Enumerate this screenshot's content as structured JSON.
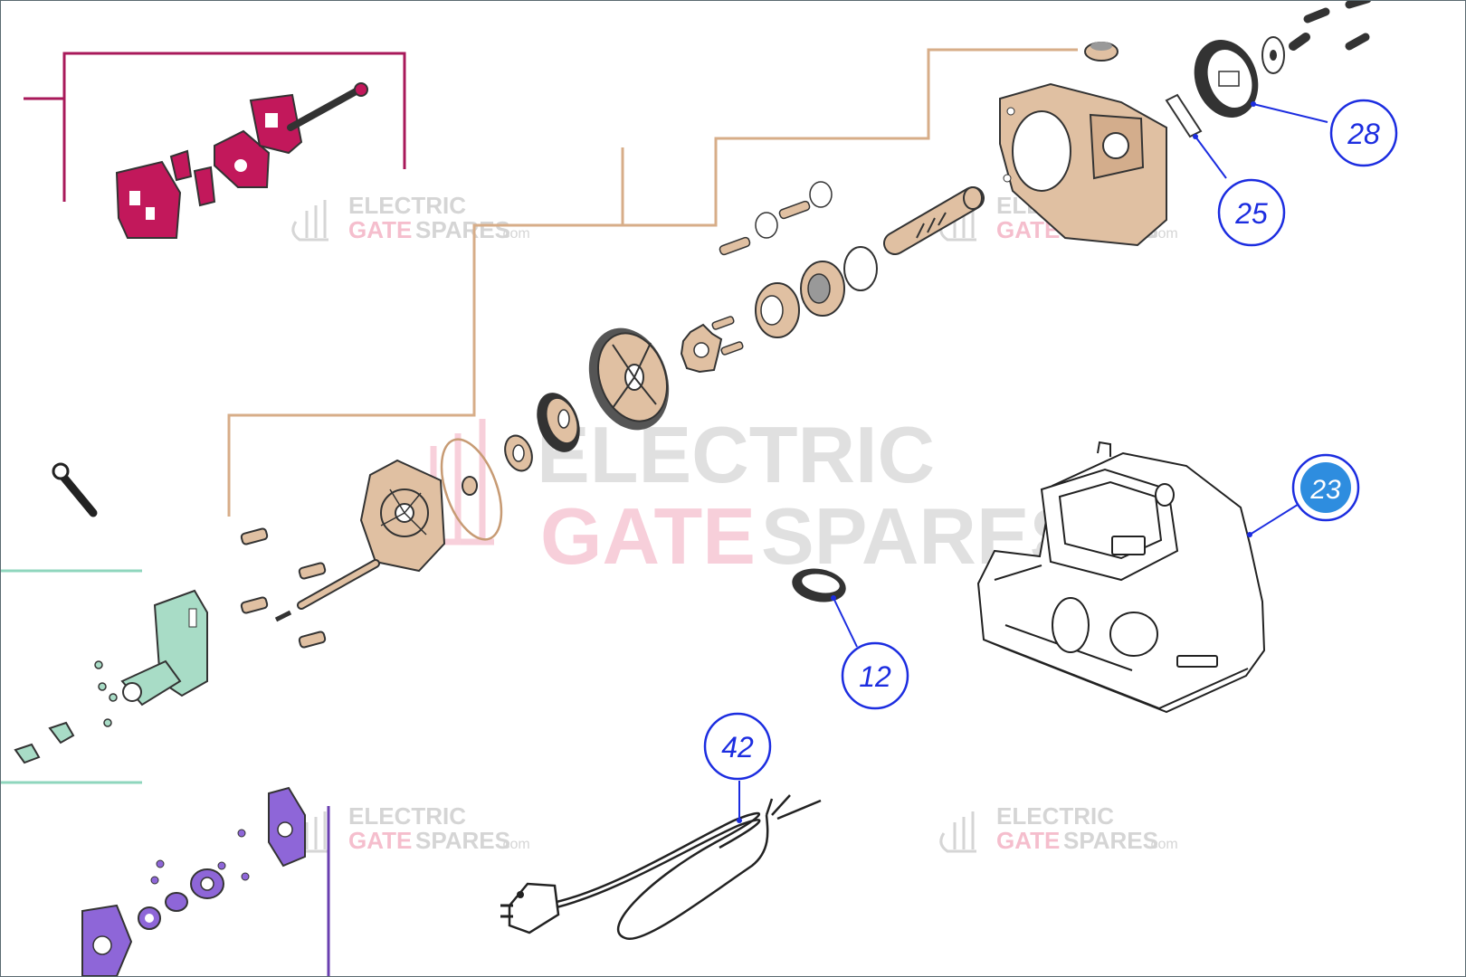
{
  "colors": {
    "background": "#ffffff",
    "border": "#5a6a70",
    "line_bronze": "#d7ad88",
    "part_bronze": "#e0c0a2",
    "line_magenta": "#a8195a",
    "part_magenta": "#c2185b",
    "line_teal": "#8fd6bd",
    "part_teal": "#a8dcc6",
    "line_purple": "#6a3fb0",
    "part_purple": "#8e66d8",
    "callout_blue": "#1c2de0",
    "callout_filled": "#2e8ddf",
    "watermark_grey": "#c8c8c8",
    "watermark_pink": "#f2a9bd"
  },
  "callouts": [
    {
      "id": "25",
      "label": "25",
      "style": "outline"
    },
    {
      "id": "28",
      "label": "28",
      "style": "outline"
    },
    {
      "id": "23",
      "label": "23",
      "style": "filled"
    },
    {
      "id": "12",
      "label": "12",
      "style": "outline"
    },
    {
      "id": "42",
      "label": "42",
      "style": "outline"
    }
  ],
  "watermark": {
    "line1": "ELECTRIC",
    "line2_a": "GATE",
    "line2_b": "SPARES",
    "suffix": ".com"
  },
  "icons": [
    "watermark-logo-icon",
    "power-plug-icon",
    "gearbox-housing-icon",
    "gear-icon",
    "motor-cover-icon"
  ]
}
